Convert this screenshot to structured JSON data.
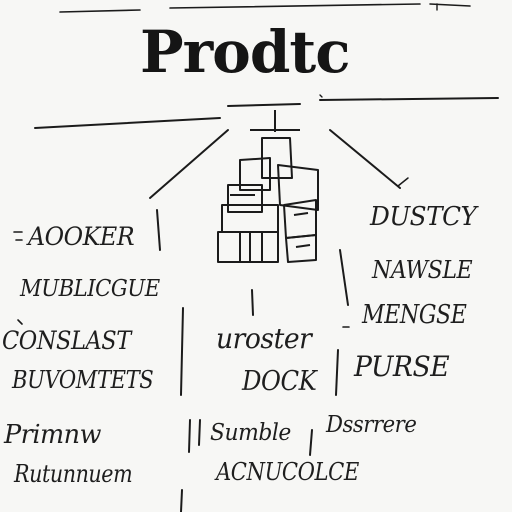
{
  "title": "Prodtc",
  "top_scribble": "",
  "left_column": {
    "heading": "AOOKER",
    "items": [
      "MUBLICGUE",
      "CONSLAST",
      "BUVOMTETS",
      "Primnw",
      "Rutunnuem"
    ]
  },
  "center_column": {
    "heading": "uroster",
    "items": [
      "DOCK",
      "Sumble",
      "ACNUCOLCE"
    ]
  },
  "right_column": {
    "heading": "DUSTCY",
    "items": [
      "NAWSLE",
      "MENGSE",
      "PURSE",
      "Dssrrere"
    ]
  },
  "icon": "boxes-stack-icon",
  "colors": {
    "ink": "#1b1b1b",
    "paper": "#f7f7f5"
  }
}
